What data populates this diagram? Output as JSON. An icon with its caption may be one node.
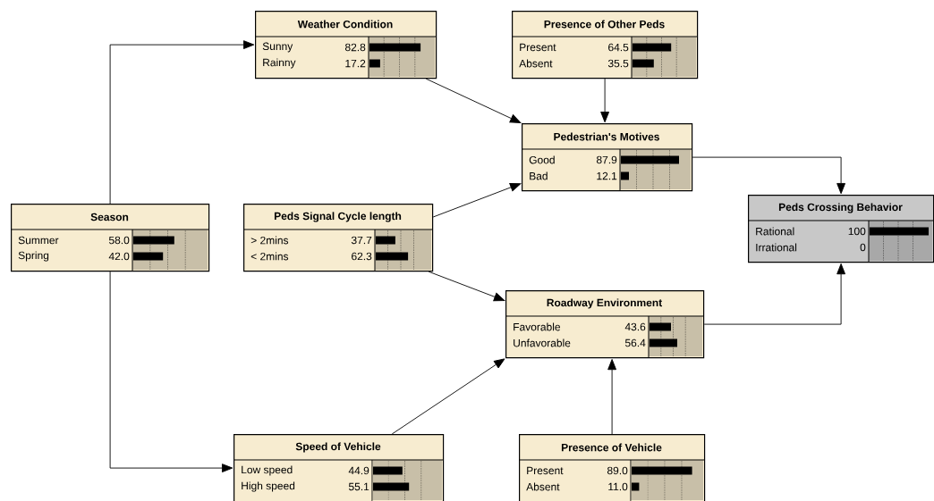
{
  "diagram": {
    "nodes": [
      {
        "text": [
          "Weather Condition",
          "Sunny",
          "82.8",
          "Rainny",
          "17.2"
        ]
      },
      {
        "text": [
          "Presence of Other Peds",
          "Present",
          "64.5",
          "Absent",
          "35.5"
        ]
      },
      {
        "text": [
          "Season",
          "Summer",
          "58.0",
          "Spring",
          "42.0"
        ]
      },
      {
        "text": [
          "Peds Signal Cycle length",
          "> 2mins",
          "37.7",
          "< 2mins",
          "62.3"
        ]
      },
      {
        "text": [
          "Pedestrian's Motives",
          "Good",
          "87.9",
          "Bad",
          "12.1"
        ]
      },
      {
        "text": [
          "Peds Crossing Behavior",
          "Rational",
          "100",
          "Irrational",
          "0"
        ]
      },
      {
        "text": [
          "Roadway Environment",
          "Favorable",
          "43.6",
          "Unfavorable",
          "56.4"
        ]
      },
      {
        "text": [
          "Speed of Vehicle",
          "Low speed",
          "44.9",
          "High speed",
          "55.1"
        ]
      },
      {
        "text": [
          "Presence of Vehicle",
          "Present",
          "89.0",
          "Absent",
          "11.0"
        ]
      }
    ],
    "edges": [
      {
        "from": 2,
        "to": 0,
        "arrow": "to"
      },
      {
        "from": 2,
        "to": 7,
        "arrow": "to"
      },
      {
        "from": 0,
        "to": 4,
        "arrow": "to"
      },
      {
        "from": 1,
        "to": 4,
        "arrow": "to"
      },
      {
        "from": 3,
        "to": 4,
        "arrow": "to"
      },
      {
        "from": 3,
        "to": 6,
        "arrow": "to"
      },
      {
        "from": 7,
        "to": 6,
        "arrow": "to"
      },
      {
        "from": 8,
        "to": 6,
        "arrow": "to"
      },
      {
        "from": 4,
        "to": 5,
        "arrow": "to"
      },
      {
        "from": 6,
        "to": 5,
        "arrow": "to"
      }
    ]
  }
}
